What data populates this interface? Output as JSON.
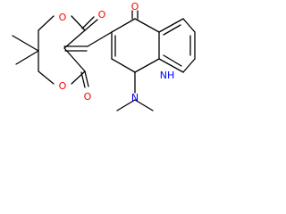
{
  "diagram": {
    "type": "chemical-structure",
    "colors": {
      "bond": "#000000",
      "oxygen": "#ff0000",
      "nitrogen": "#0000ff",
      "background": "#ffffff"
    },
    "atom_labels": {
      "ketone_oxygen": "O",
      "amine_nh": "NH",
      "dimethylamino_n": "N",
      "dioxane_ring_o_top": "O",
      "dioxane_ring_o_bottom": "O",
      "dione_o_top": "O",
      "dione_o_bottom": "O"
    }
  }
}
